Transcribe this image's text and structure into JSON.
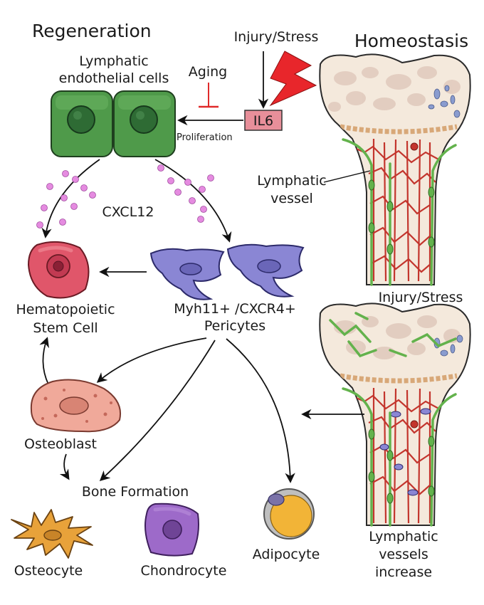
{
  "labels": {
    "regeneration": "Regeneration",
    "lec_line1": "Lymphatic",
    "lec_line2": "endothelial cells",
    "aging": "Aging",
    "injury_top": "Injury/Stress",
    "il6": "IL6",
    "proliferation": "Proliferation",
    "homeostasis": "Homeostasis",
    "lv_line1": "Lymphatic",
    "lv_line2": "vessel",
    "cxcl12": "CXCL12",
    "hsc_line1": "Hematopoietic",
    "hsc_line2": "Stem Cell",
    "pericytes_line1": "Myh11+ /CXCR4+",
    "pericytes_line2": "Pericytes",
    "injury_right": "Injury/Stress",
    "osteoblast": "Osteoblast",
    "bone_formation": "Bone Formation",
    "osteocyte": "Osteocyte",
    "chondrocyte": "Chondrocyte",
    "adipocyte": "Adipocyte",
    "lvi_line1": "Lymphatic",
    "lvi_line2": "vessels",
    "lvi_line3": "increase"
  },
  "colors": {
    "lec_fill": "#4f9a4a",
    "lec_nucleus": "#2e6b34",
    "cxcl12_dot": "#e58be0",
    "hsc_fill": "#e0566a",
    "pericyte_fill": "#8a86d4",
    "osteoblast_fill": "#f0a99a",
    "osteocyte_fill": "#e8a23a",
    "chondrocyte_fill": "#9d6ac9",
    "adipocyte_fill": "#f2b437",
    "il6_box": "#e88f9a",
    "lightning": "#e8262b",
    "bone_fill": "#f4e9dc",
    "vessel_red": "#c3352d",
    "lymph_green": "#63b24c"
  }
}
